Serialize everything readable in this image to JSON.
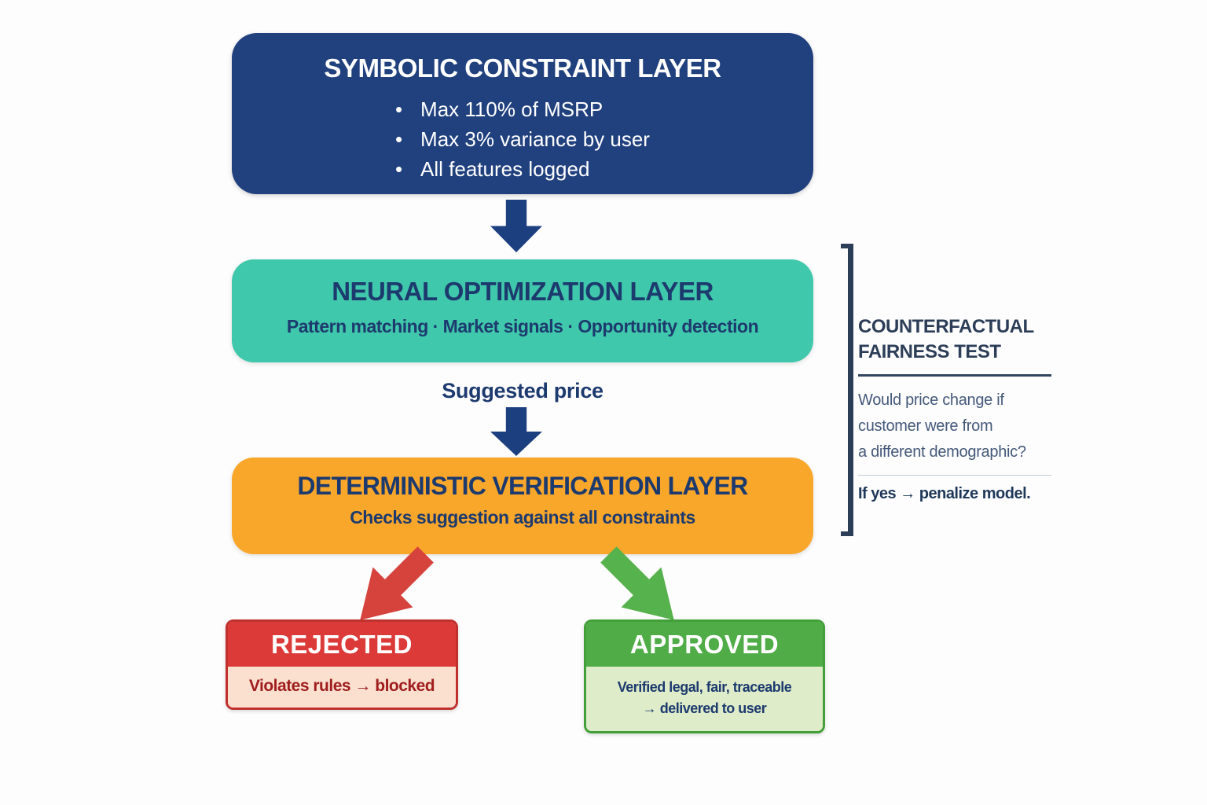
{
  "layers": {
    "symbolic": {
      "title": "SYMBOLIC CONSTRAINT LAYER",
      "bullet_glyph": "•",
      "bullets": [
        "Max 110% of MSRP",
        "Max 3% variance by user",
        "All features logged"
      ],
      "bg": "#20407E",
      "text_color": "#FFFFFF"
    },
    "neural": {
      "title": "NEURAL OPTIMIZATION LAYER",
      "subtitle": "Pattern matching · Market signals · Opportunity detection",
      "bg": "#3FC8AB",
      "text_color": "#1D3A6E"
    },
    "deterministic": {
      "title": "DETERMINISTIC VERIFICATION LAYER",
      "subtitle": "Checks suggestion against all constraints",
      "bg": "#F9A72B",
      "text_color": "#1D3A6E"
    }
  },
  "flow": {
    "suggested_price_label": "Suggested price",
    "arrow_color": "#1C3F7F",
    "rejected_arrow_color": "#D6423C",
    "approved_arrow_color": "#56B24C"
  },
  "outcomes": {
    "rejected": {
      "title": "REJECTED",
      "body": "Violates rules → blocked",
      "header_bg": "#DC3A38",
      "body_bg": "#FBE0D0",
      "border_color": "#C0312D",
      "body_text_color": "#A01D1D"
    },
    "approved": {
      "title": "APPROVED",
      "body_line1": "Verified legal, fair, traceable",
      "body_line2": "→ delivered to user",
      "header_bg": "#4FAC46",
      "body_bg": "#DEECC9",
      "border_color": "#43A039",
      "body_text_color": "#1D3A6E"
    }
  },
  "sidebar": {
    "title_line1": "COUNTERFACTUAL",
    "title_line2": "FAIRNESS TEST",
    "question_line1": "Would price change if",
    "question_line2": "customer were from",
    "question_line3": "a different demographic?",
    "conclusion": "If yes → penalize model.",
    "accent_color": "#2C3E57"
  }
}
